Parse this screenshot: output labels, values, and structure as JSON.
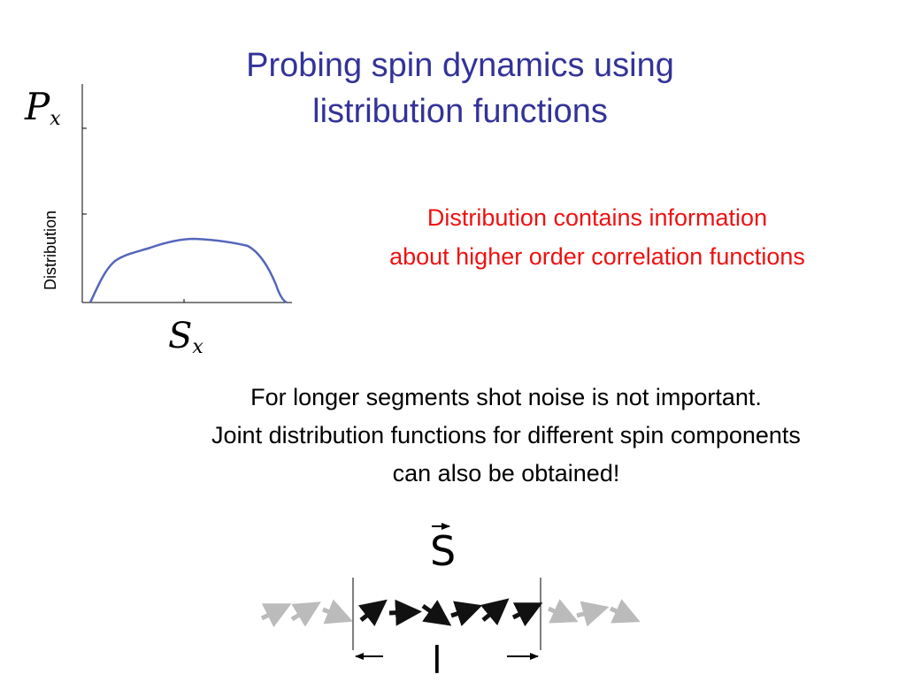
{
  "slide": {
    "title_line1": "Probing spin dynamics using",
    "title_line2": "listribution functions",
    "red_line1": "Distribution contains information",
    "red_line2": "about higher order correlation functions",
    "black_line1": "For longer segments shot noise is not important.",
    "black_line2": "Joint distribution functions for different spin components",
    "black_line3": "can also be obtained!"
  },
  "plot": {
    "side_label": "Distribution",
    "y_symbol": "P",
    "y_sub": "x",
    "x_symbol": "S",
    "x_sub": "x",
    "curve_color": "#5566bb"
  },
  "spin_figure": {
    "vector_label": "S",
    "length_label": "l",
    "segment_arrow_color": "#111111",
    "outside_arrow_color": "#bbbbbb"
  }
}
